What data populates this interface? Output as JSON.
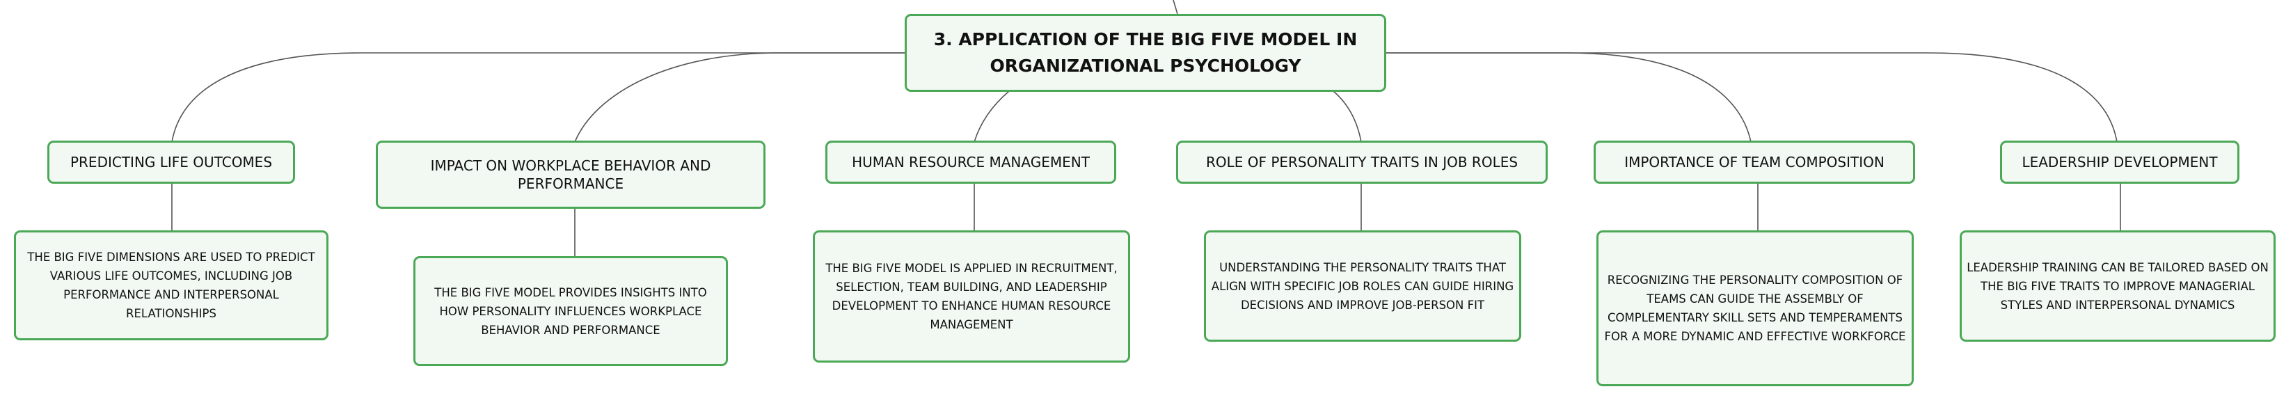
{
  "root": {
    "title": "3. APPLICATION OF THE BIG FIVE MODEL IN ORGANIZATIONAL PSYCHOLOGY"
  },
  "branches": [
    {
      "title": "PREDICTING LIFE OUTCOMES",
      "detail": "THE BIG FIVE DIMENSIONS ARE USED TO PREDICT VARIOUS LIFE OUTCOMES, INCLUDING JOB PERFORMANCE AND INTERPERSONAL RELATIONSHIPS"
    },
    {
      "title": "IMPACT ON WORKPLACE BEHAVIOR AND PERFORMANCE",
      "detail": "THE BIG FIVE MODEL PROVIDES INSIGHTS INTO HOW PERSONALITY INFLUENCES WORKPLACE BEHAVIOR AND PERFORMANCE"
    },
    {
      "title": "HUMAN RESOURCE MANAGEMENT",
      "detail": "THE BIG FIVE MODEL IS APPLIED IN RECRUITMENT, SELECTION, TEAM BUILDING, AND LEADERSHIP DEVELOPMENT TO ENHANCE HUMAN RESOURCE MANAGEMENT"
    },
    {
      "title": "ROLE OF PERSONALITY TRAITS IN JOB ROLES",
      "detail": "UNDERSTANDING THE PERSONALITY TRAITS THAT ALIGN WITH SPECIFIC JOB ROLES CAN GUIDE HIRING DECISIONS AND IMPROVE JOB-PERSON FIT"
    },
    {
      "title": "IMPORTANCE OF TEAM COMPOSITION",
      "detail": "RECOGNIZING THE PERSONALITY COMPOSITION OF TEAMS CAN GUIDE THE ASSEMBLY OF COMPLEMENTARY SKILL SETS AND TEMPERAMENTS FOR A MORE DYNAMIC AND EFFECTIVE WORKFORCE"
    },
    {
      "title": "LEADERSHIP DEVELOPMENT",
      "detail": "LEADERSHIP TRAINING CAN BE TAILORED BASED ON THE BIG FIVE TRAITS TO IMPROVE MANAGERIAL STYLES AND INTERPERSONAL DYNAMICS"
    }
  ],
  "colors": {
    "border": "#4aa856",
    "fill": "#f2f9f3",
    "connector": "#555555",
    "text": "#111111"
  }
}
